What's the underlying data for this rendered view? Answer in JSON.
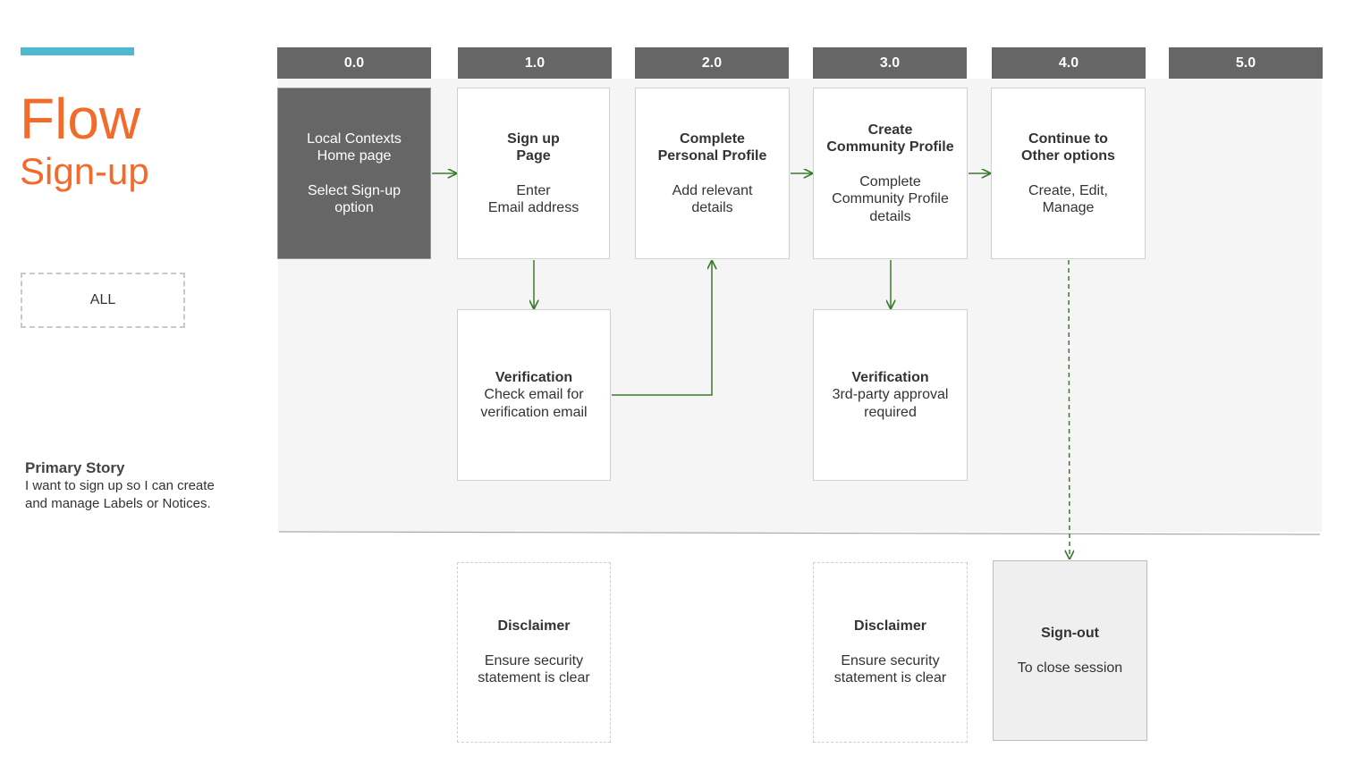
{
  "title": "Flow",
  "subtitle": "Sign-up",
  "filter": {
    "label": "ALL"
  },
  "story": {
    "heading": "Primary Story",
    "text": "I want to sign up so I can create and manage Labels or Notices."
  },
  "stages": [
    {
      "label": "0.0"
    },
    {
      "label": "1.0"
    },
    {
      "label": "2.0"
    },
    {
      "label": "3.0"
    },
    {
      "label": "4.0"
    },
    {
      "label": "5.0"
    }
  ],
  "steps": {
    "home": {
      "title": "Local Contexts\nHome page",
      "desc": "Select Sign-up\noption"
    },
    "signup": {
      "title": "Sign up\nPage",
      "desc": "Enter\nEmail address"
    },
    "personal": {
      "title": "Complete\nPersonal Profile",
      "desc": "Add relevant\ndetails"
    },
    "community": {
      "title": "Create\nCommunity Profile",
      "desc": "Complete\nCommunity Profile\ndetails"
    },
    "continue": {
      "title": "Continue to\nOther options",
      "desc": "Create, Edit,\nManage"
    },
    "verify_email": {
      "title": "Verification",
      "desc": "Check email for\nverification email"
    },
    "verify_community": {
      "title": "Verification",
      "desc": "3rd-party approval\nrequired"
    },
    "disclaimer_1": {
      "title": "Disclaimer",
      "desc": "Ensure security\nstatement is clear"
    },
    "disclaimer_2": {
      "title": "Disclaimer",
      "desc": "Ensure security\nstatement is clear"
    },
    "signout": {
      "title": "Sign-out",
      "desc": "To  close session"
    }
  },
  "colors": {
    "accent": "#f26b2a",
    "accent_bar": "#4db8cf",
    "header": "#666666",
    "connector": "#3a7a2a"
  }
}
